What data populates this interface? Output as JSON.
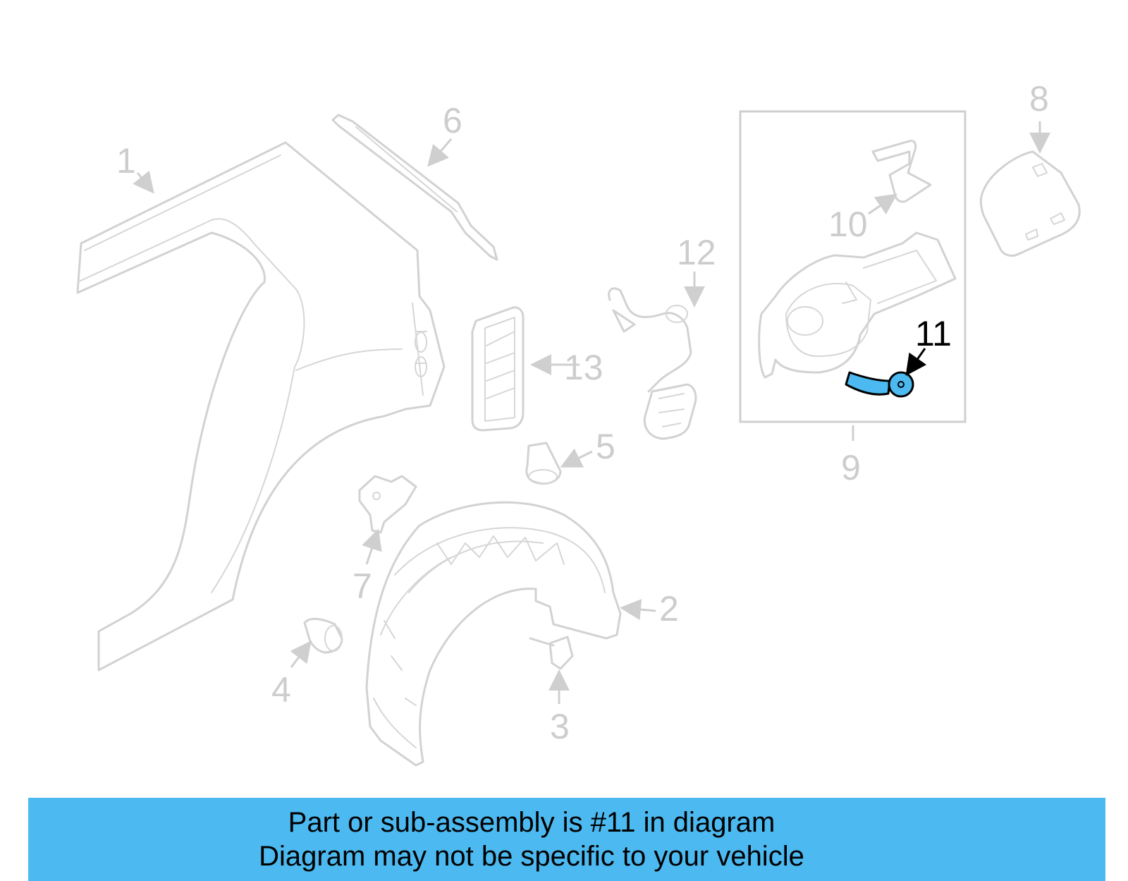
{
  "diagram": {
    "highlight_color": "#4cb9f0",
    "muted_color": "#cdcdcd",
    "callouts": {
      "c1": "1",
      "c2": "2",
      "c3": "3",
      "c4": "4",
      "c5": "5",
      "c6": "6",
      "c7": "7",
      "c8": "8",
      "c9": "9",
      "c10": "10",
      "c11": "11",
      "c12": "12",
      "c13": "13"
    },
    "highlighted_part": "11"
  },
  "banner": {
    "line1": "Part or sub-assembly is #11 in diagram",
    "line2": "Diagram may not be specific to your vehicle",
    "background": "#4cb9f0"
  }
}
